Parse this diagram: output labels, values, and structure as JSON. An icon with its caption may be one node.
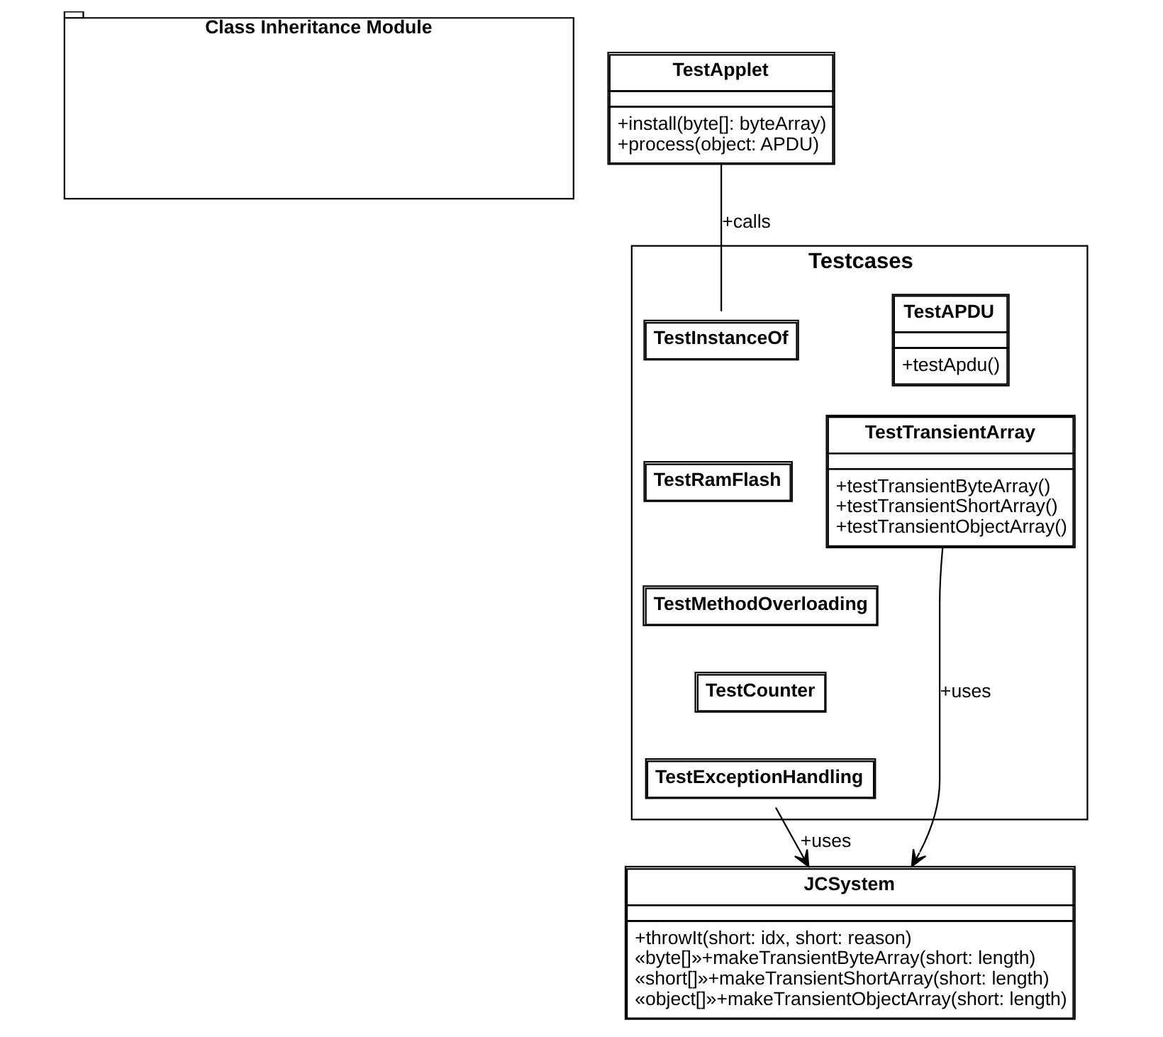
{
  "diagram": {
    "nodes": [
      {
        "text": [
          "Class Inheritance Module"
        ]
      },
      {
        "text": [
          "TestApplet",
          "+install(byte[]: byteArray)",
          "+process(object: APDU)"
        ]
      },
      {
        "text": [
          "Testcases"
        ]
      },
      {
        "text": [
          "TestAPDU",
          "+testApdu()"
        ],
        "in": 2
      },
      {
        "text": [
          "TestTransientArray",
          "+testTransientByteArray()",
          "+testTransientShortArray()",
          "+testTransientObjectArray()"
        ],
        "in": 2
      },
      {
        "text": [
          "TestInstanceOf"
        ],
        "in": 2
      },
      {
        "text": [
          "TestRamFlash"
        ],
        "in": 2
      },
      {
        "text": [
          "TestMethodOverloading"
        ],
        "in": 2
      },
      {
        "text": [
          "TestCounter"
        ],
        "in": 2
      },
      {
        "text": [
          "TestExceptionHandling"
        ],
        "in": 2
      },
      {
        "text": [
          "JCSystem",
          "+throwIt(short: idx, short: reason)",
          "«byte[]»+makeTransientByteArray(short: length)",
          "«short[]»+makeTransientShortArray(short: length)",
          "«object[]»+makeTransientObjectArray(short: length)"
        ]
      }
    ],
    "edges": [
      {
        "from": 1,
        "to": 5,
        "arrow": "none",
        "label": "+calls"
      },
      {
        "from": 4,
        "to": 10,
        "arrow": "to",
        "label": "+uses"
      },
      {
        "from": 9,
        "to": 10,
        "arrow": "to",
        "label": "+uses"
      }
    ]
  }
}
